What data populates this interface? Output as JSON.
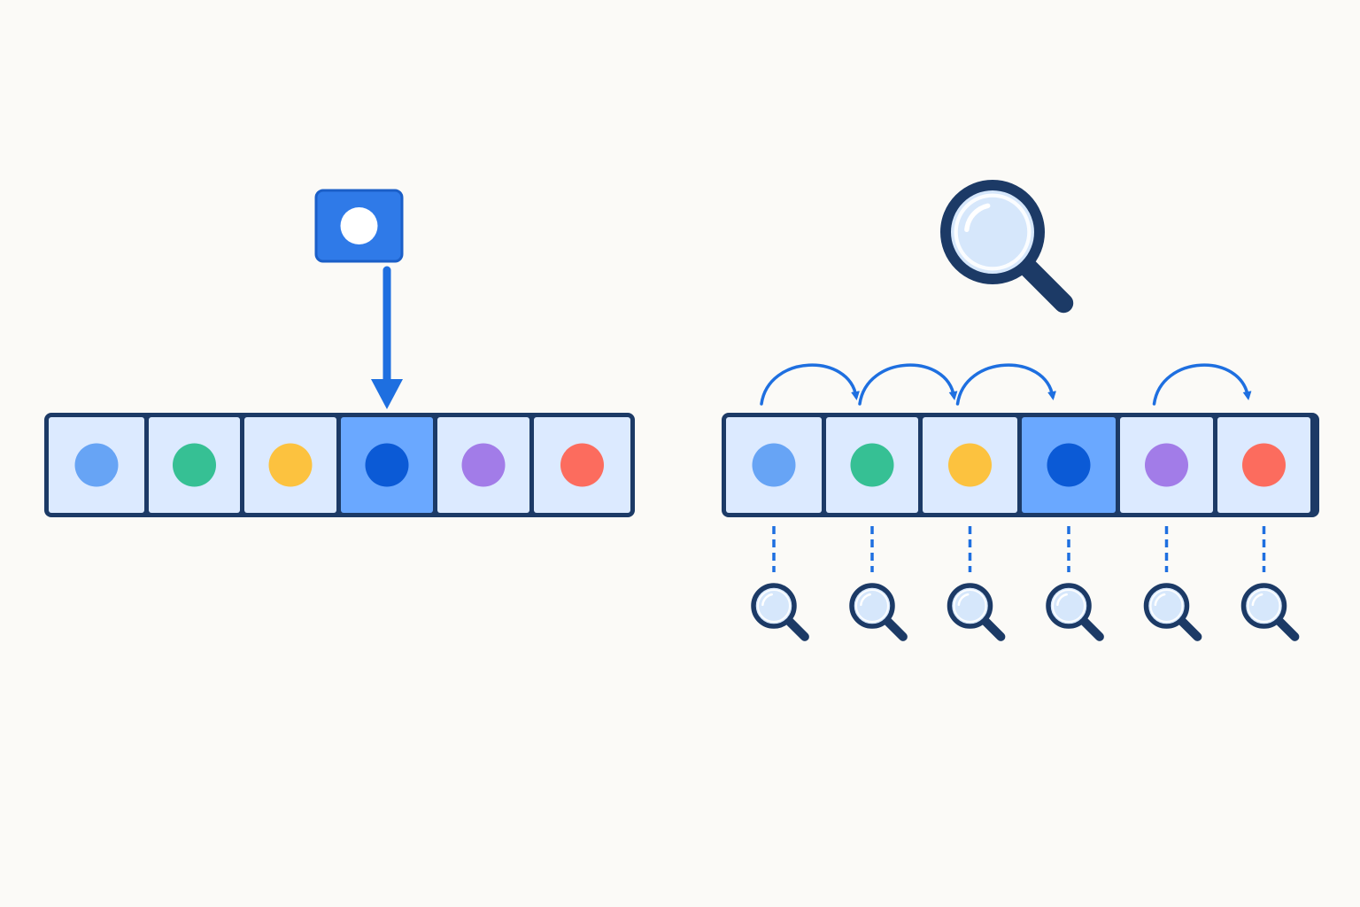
{
  "colors": {
    "background": "#fbfaf7",
    "frame": "#1c3a66",
    "cell_fill": "#dceaff",
    "cell_highlight": "#6aa8ff",
    "accent_blue": "#1e6fe0",
    "lens_fill": "#d6e7fb",
    "lens_rim": "#1c3a66",
    "handle": "#1c3a66"
  },
  "direct_access": {
    "pointer_icon": "selector-square-icon",
    "target_index": 3,
    "items": [
      {
        "color": "#67a4f5",
        "highlighted": false
      },
      {
        "color": "#36c094",
        "highlighted": false
      },
      {
        "color": "#fcc23f",
        "highlighted": false
      },
      {
        "color": "#0b5ad6",
        "highlighted": true
      },
      {
        "color": "#a27ce8",
        "highlighted": false
      },
      {
        "color": "#fc6c5e",
        "highlighted": false
      }
    ]
  },
  "sequential_search": {
    "main_icon": "magnifier-icon",
    "inspect_icon": "magnifier-icon",
    "hops": [
      [
        0,
        1
      ],
      [
        1,
        2
      ],
      [
        2,
        3
      ],
      [
        4,
        5
      ]
    ],
    "items": [
      {
        "color": "#67a4f5",
        "highlighted": false
      },
      {
        "color": "#36c094",
        "highlighted": false
      },
      {
        "color": "#fcc23f",
        "highlighted": false
      },
      {
        "color": "#0b5ad6",
        "highlighted": true
      },
      {
        "color": "#a27ce8",
        "highlighted": false
      },
      {
        "color": "#fc6c5e",
        "highlighted": false
      }
    ]
  }
}
